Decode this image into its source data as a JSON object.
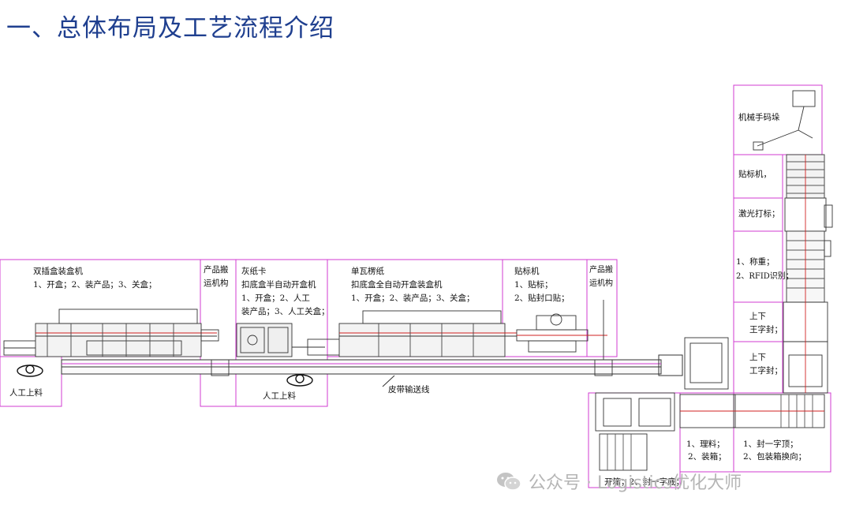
{
  "title": "一、总体布局及工艺流程介绍",
  "stations": {
    "s1_line1": "双插盒装盒机",
    "s1_line2": "1、开盒；2、装产品；3、关盒；",
    "s2_line1": "产品搬",
    "s2_line2": "运机构",
    "s3_line1": "灰纸卡",
    "s3_line2": "扣底盒半自动开盒机",
    "s3_line3": "1、开盒；2、人工",
    "s3_line4": "装产品；3、人工关盒；",
    "s4_line1": "单瓦楞纸",
    "s4_line2": "扣底盒全自动开盒装盒机",
    "s4_line3": "1、开盒；2、装产品；3、关盒；",
    "s5_line1": "贴标机",
    "s5_line2": "1、贴标；",
    "s5_line3": "2、贴封口贴；",
    "s6_line1": "产品搬",
    "s6_line2": "运机构",
    "manual1": "人工上料",
    "manual2": "人工上料",
    "belt": "皮带输送线",
    "robot": "机械手码垛",
    "labeler2": "贴标机，",
    "laser": "激光打标；",
    "weigh1": "1、称重；",
    "weigh2": "2、RFID识别；",
    "seal1_line1": "上下",
    "seal1_line2": "王字封；",
    "seal2_line1": "上下",
    "seal2_line2": "工字封；",
    "arrange1": "1、理料；",
    "arrange2": "2、装箱；",
    "case1": "1、封一字顶；",
    "case2": "2、包装箱换向；",
    "bottom_partial": "开箱；2、封一字底；"
  },
  "watermark": "公众号 · Logistics优化大师",
  "colors": {
    "title": "#1f3f8f",
    "frame": "#d23bd2",
    "drawing": "#333333",
    "accent_red": "#d22222"
  }
}
